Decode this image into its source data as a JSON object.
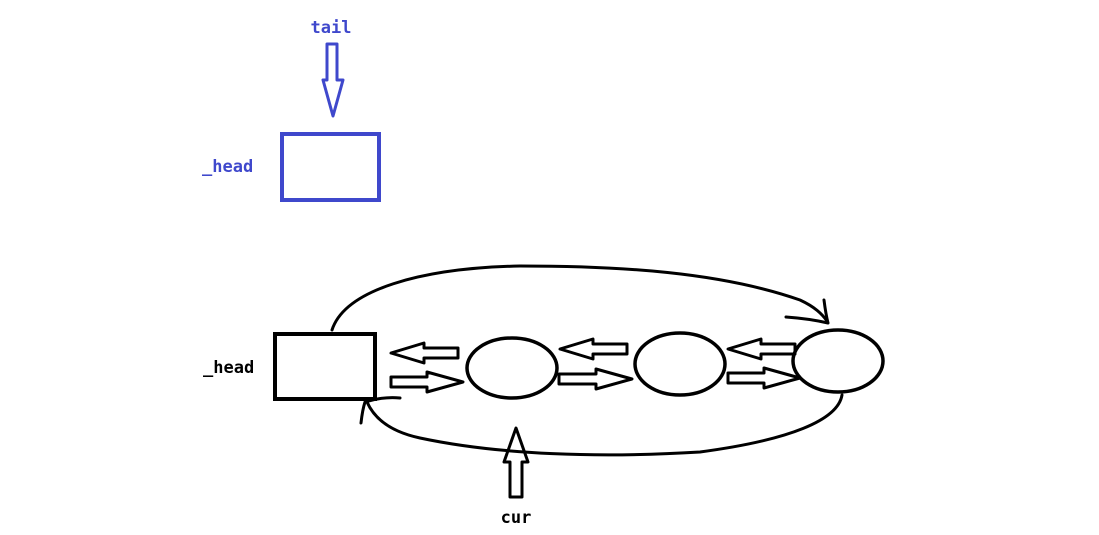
{
  "labels": {
    "tail": "tail",
    "head_top": "_head",
    "head_bottom": "_head",
    "cur": "cur"
  },
  "colors": {
    "top_ink": "#3f48cc",
    "bottom_ink": "#000000",
    "background": "#ffffff"
  },
  "icons": {
    "tail_pointer": "arrow-down-icon",
    "cur_pointer": "arrow-up-icon",
    "next_link": "arrow-right-icon",
    "prev_link": "arrow-left-icon"
  },
  "list": {
    "sentinel_count": 1,
    "node_count": 3,
    "links_between_neighbors": "bidirectional",
    "wraparound": "circular"
  }
}
